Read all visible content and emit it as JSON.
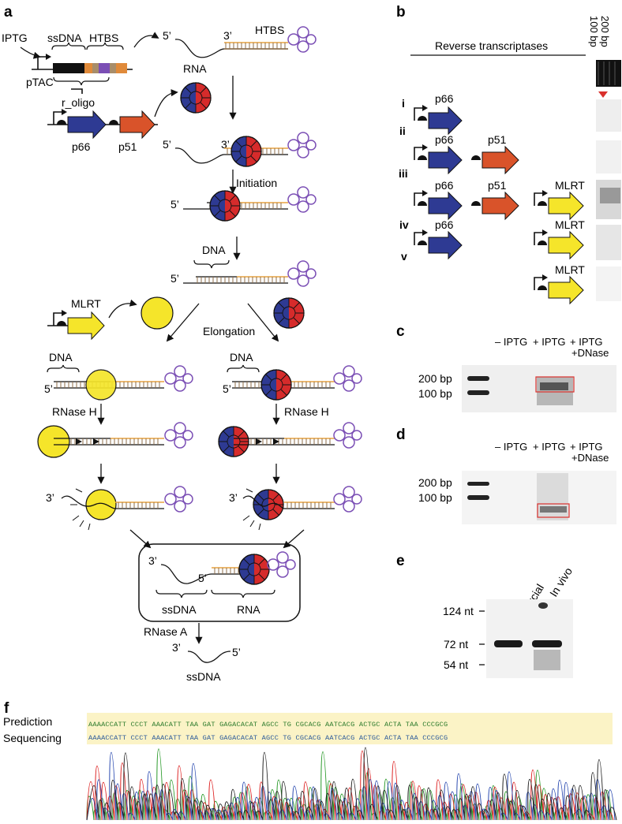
{
  "panels": {
    "a": "a",
    "b": "b",
    "c": "c",
    "d": "d",
    "e": "e",
    "f": "f"
  },
  "a": {
    "iptg": "IPTG",
    "ssdna": "ssDNA",
    "htbs": "HTBS",
    "htbs2": "HTBS",
    "ptac": "pTAC",
    "r_oligo": "r_oligo",
    "rna": "RNA",
    "five": "5’",
    "three": "3’",
    "p66": "p66",
    "p51": "p51",
    "initiation": "Initiation",
    "dna": "DNA",
    "mlrt": "MLRT",
    "elongation": "Elongation",
    "rnaseh": "RNase H",
    "rnasea": "RNase A",
    "box_ssdna": "ssDNA",
    "box_rna": "RNA",
    "final_ssdna": "ssDNA"
  },
  "b": {
    "header": "Reverse transcriptases",
    "ladder_200": "200 bp",
    "ladder_100": "100 bp",
    "rows": [
      "i",
      "ii",
      "iii",
      "iv",
      "v"
    ],
    "p66": "p66",
    "p51": "p51",
    "mlrt": "MLRT"
  },
  "c": {
    "lane_minus": "– IPTG",
    "lane_plus": "+ IPTG",
    "lane_dnase_1": "+ IPTG",
    "lane_dnase_2": "+DNase",
    "bp200": "200 bp",
    "bp100": "100 bp"
  },
  "d": {
    "lane_minus": "– IPTG",
    "lane_plus": "+ IPTG",
    "lane_dnase_1": "+ IPTG",
    "lane_dnase_2": "+DNase",
    "bp200": "200 bp",
    "bp100": "100 bp"
  },
  "e": {
    "lane_commercial": "Commercial",
    "lane_invivo": "In vivo",
    "nt124": "124 nt",
    "nt72": "72 nt",
    "nt54": "54 nt"
  },
  "f": {
    "prediction_label": "Prediction",
    "sequencing_label": "Sequencing",
    "prediction_seq": "AAAACCATT CCCT AAACATT TAA GAT GAGACACAT AGCC TG CGCACG AATCACG ACTGC ACTA TAA CCCGCG",
    "sequencing_seq": "AAAACCATT CCCT AAACATT TAA GAT GAGACACAT AGCC TG CGCACG AATCACG ACTGC ACTA TAA CCCGCG"
  },
  "colors": {
    "p66": "#2e3a93",
    "p51": "#d9532a",
    "mlrt": "#f5e52a",
    "rt_red": "#d62b2b",
    "rna": "#e8a341",
    "hairpin": "#7b4fb5",
    "gel_box": "#d9302c"
  }
}
